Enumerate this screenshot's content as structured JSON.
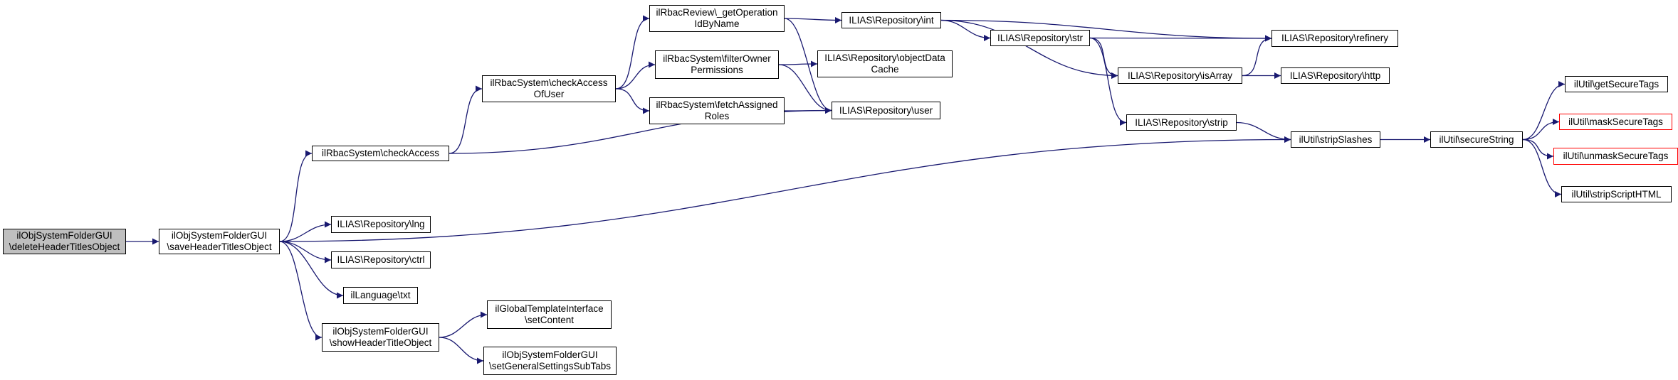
{
  "colors": {
    "edge": "#191970",
    "border": "#000000",
    "border_incomplete": "#ff0000",
    "root_fill": "#bfbfbf",
    "fill": "#ffffff"
  },
  "nodes": [
    {
      "id": "root",
      "lines": [
        "ilObjSystemFolderGUI",
        "\\deleteHeaderTitlesObject"
      ]
    },
    {
      "id": "save",
      "lines": [
        "ilObjSystemFolderGUI",
        "\\saveHeaderTitlesObject"
      ]
    },
    {
      "id": "checkAccess",
      "lines": [
        "ilRbacSystem\\checkAccess"
      ]
    },
    {
      "id": "checkAccessOfUser",
      "lines": [
        "ilRbacSystem\\checkAccess",
        "OfUser"
      ]
    },
    {
      "id": "getOpId",
      "lines": [
        "ilRbacReview\\_getOperation",
        "IdByName"
      ]
    },
    {
      "id": "filterOwner",
      "lines": [
        "ilRbacSystem\\filterOwner",
        "Permissions"
      ]
    },
    {
      "id": "fetchRoles",
      "lines": [
        "ilRbacSystem\\fetchAssigned",
        "Roles"
      ]
    },
    {
      "id": "objCache",
      "lines": [
        "ILIAS\\Repository\\objectData",
        "Cache"
      ]
    },
    {
      "id": "user",
      "lines": [
        "ILIAS\\Repository\\user"
      ]
    },
    {
      "id": "int",
      "lines": [
        "ILIAS\\Repository\\int"
      ]
    },
    {
      "id": "str",
      "lines": [
        "ILIAS\\Repository\\str"
      ]
    },
    {
      "id": "refinery",
      "lines": [
        "ILIAS\\Repository\\refinery"
      ]
    },
    {
      "id": "isArray",
      "lines": [
        "ILIAS\\Repository\\isArray"
      ]
    },
    {
      "id": "http",
      "lines": [
        "ILIAS\\Repository\\http"
      ]
    },
    {
      "id": "strip",
      "lines": [
        "ILIAS\\Repository\\strip"
      ]
    },
    {
      "id": "stripSlashes",
      "lines": [
        "ilUtil\\stripSlashes"
      ]
    },
    {
      "id": "secureString",
      "lines": [
        "ilUtil\\secureString"
      ]
    },
    {
      "id": "getSecure",
      "lines": [
        "ilUtil\\getSecureTags"
      ]
    },
    {
      "id": "maskSecure",
      "lines": [
        "ilUtil\\maskSecureTags"
      ],
      "incomplete": true
    },
    {
      "id": "unmaskSecure",
      "lines": [
        "ilUtil\\unmaskSecureTags"
      ],
      "incomplete": true
    },
    {
      "id": "stripScript",
      "lines": [
        "ilUtil\\stripScriptHTML"
      ]
    },
    {
      "id": "lng",
      "lines": [
        "ILIAS\\Repository\\lng"
      ]
    },
    {
      "id": "ctrl",
      "lines": [
        "ILIAS\\Repository\\ctrl"
      ]
    },
    {
      "id": "txt",
      "lines": [
        "ilLanguage\\txt"
      ]
    },
    {
      "id": "showHeader",
      "lines": [
        "ilObjSystemFolderGUI",
        "\\showHeaderTitleObject"
      ]
    },
    {
      "id": "setContent",
      "lines": [
        "ilGlobalTemplateInterface",
        "\\setContent"
      ]
    },
    {
      "id": "setGeneral",
      "lines": [
        "ilObjSystemFolderGUI",
        "\\setGeneralSettingsSubTabs"
      ]
    }
  ],
  "edges": [
    [
      "root",
      "save"
    ],
    [
      "save",
      "checkAccess"
    ],
    [
      "save",
      "stripSlashes"
    ],
    [
      "save",
      "lng"
    ],
    [
      "save",
      "ctrl"
    ],
    [
      "save",
      "txt"
    ],
    [
      "save",
      "showHeader"
    ],
    [
      "checkAccess",
      "checkAccessOfUser"
    ],
    [
      "checkAccess",
      "user"
    ],
    [
      "checkAccessOfUser",
      "getOpId"
    ],
    [
      "checkAccessOfUser",
      "filterOwner"
    ],
    [
      "checkAccessOfUser",
      "fetchRoles"
    ],
    [
      "getOpId",
      "int"
    ],
    [
      "getOpId",
      "user"
    ],
    [
      "filterOwner",
      "objCache"
    ],
    [
      "filterOwner",
      "user"
    ],
    [
      "fetchRoles",
      "user"
    ],
    [
      "int",
      "str"
    ],
    [
      "int",
      "refinery"
    ],
    [
      "int",
      "isArray"
    ],
    [
      "str",
      "refinery"
    ],
    [
      "str",
      "isArray"
    ],
    [
      "str",
      "strip"
    ],
    [
      "isArray",
      "refinery"
    ],
    [
      "isArray",
      "http"
    ],
    [
      "strip",
      "stripSlashes"
    ],
    [
      "stripSlashes",
      "secureString"
    ],
    [
      "secureString",
      "getSecure"
    ],
    [
      "secureString",
      "maskSecure"
    ],
    [
      "secureString",
      "unmaskSecure"
    ],
    [
      "secureString",
      "stripScript"
    ],
    [
      "showHeader",
      "setContent"
    ],
    [
      "showHeader",
      "setGeneral"
    ]
  ]
}
